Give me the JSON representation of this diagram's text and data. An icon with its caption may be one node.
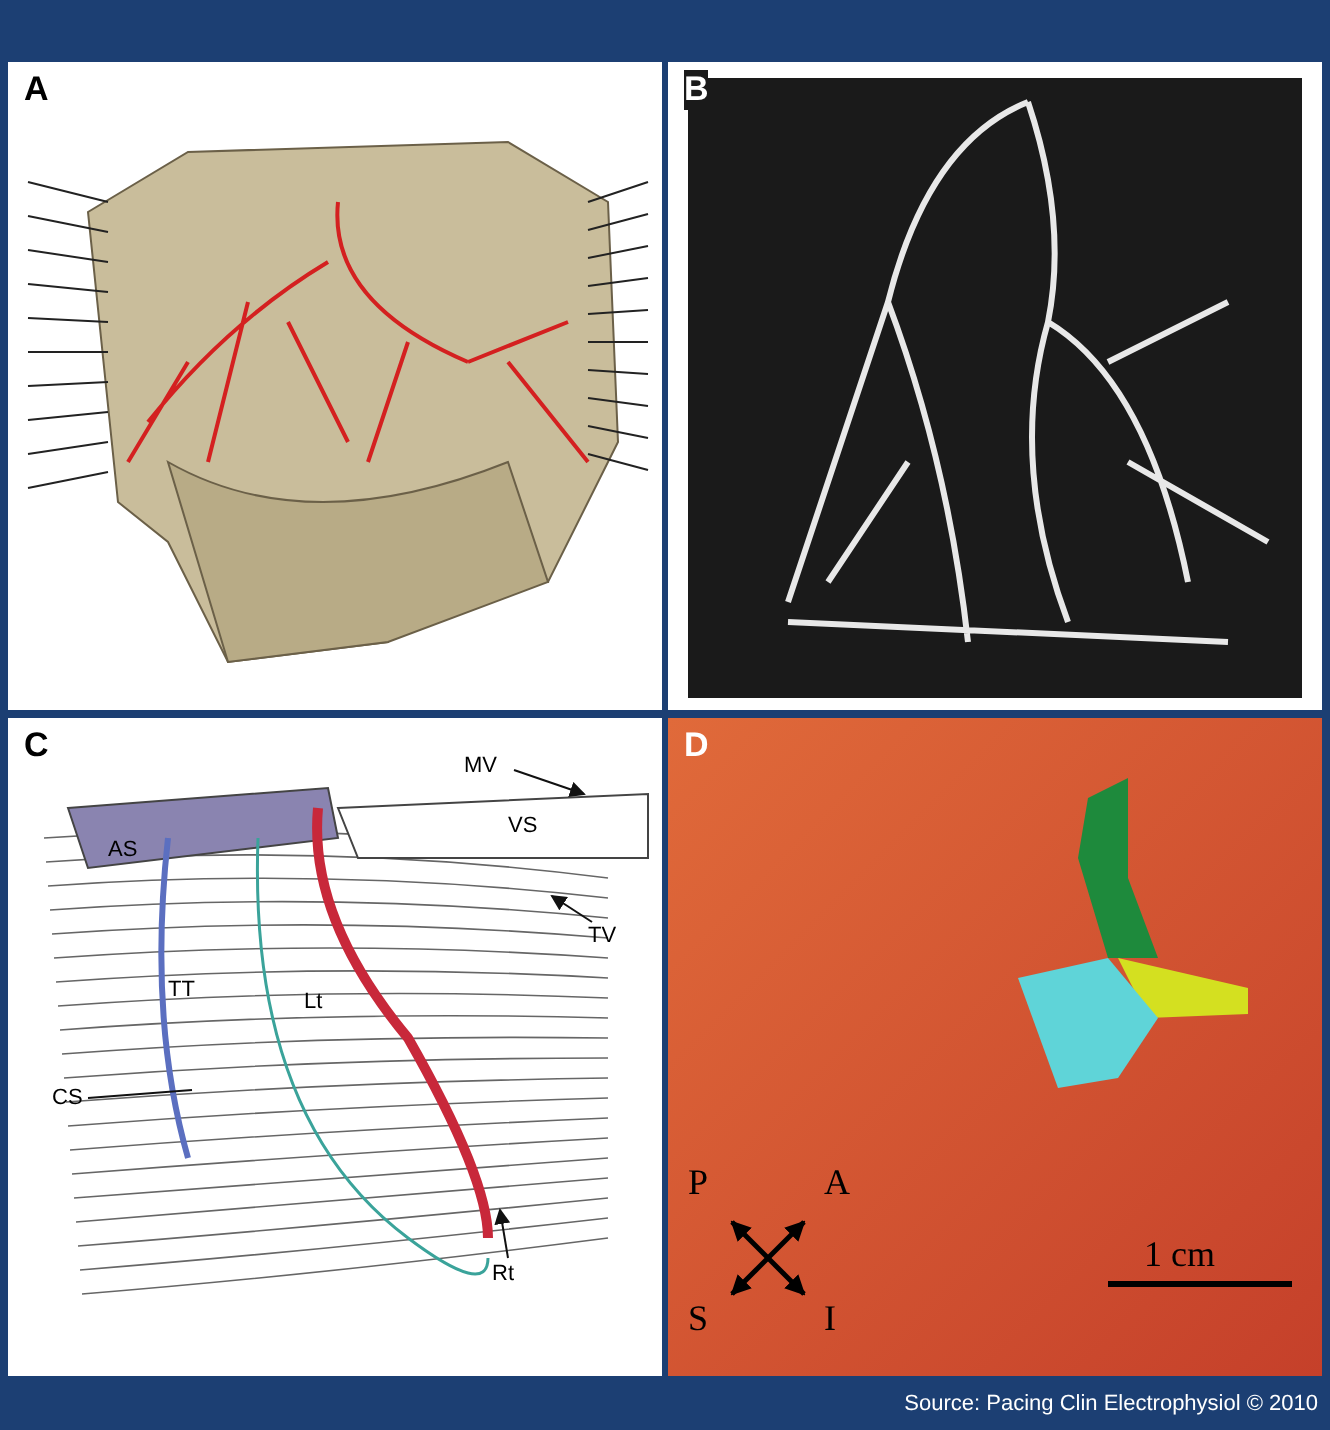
{
  "diagram": {
    "nodes": [
      {
        "text": [
          "A"
        ]
      },
      {
        "text": [
          "B"
        ]
      },
      {
        "text": [
          "C"
        ]
      },
      {
        "text": [
          "MV"
        ],
        "in": 2
      },
      {
        "text": [
          "AS"
        ],
        "in": 2
      },
      {
        "text": [
          "VS"
        ],
        "in": 2
      },
      {
        "text": [
          "TV"
        ],
        "in": 2
      },
      {
        "text": [
          "TT"
        ],
        "in": 2
      },
      {
        "text": [
          "Lt"
        ],
        "in": 2
      },
      {
        "text": [
          "CS"
        ],
        "in": 2
      },
      {
        "text": [
          "Rt"
        ],
        "in": 2
      },
      {
        "text": [
          "D"
        ]
      }
    ],
    "edges": [
      {
        "from": 3,
        "to": 5,
        "arrow": "to"
      },
      {
        "from": 6,
        "to": null,
        "arrow": "to"
      },
      {
        "from": 9,
        "to": null,
        "arrow": "none"
      },
      {
        "from": 10,
        "to": null,
        "arrow": "to"
      }
    ],
    "labels": [
      "P",
      "A",
      "S",
      "I",
      "1 cm",
      "Source: Pacing Clin Electrophysiol © 2010"
    ]
  }
}
